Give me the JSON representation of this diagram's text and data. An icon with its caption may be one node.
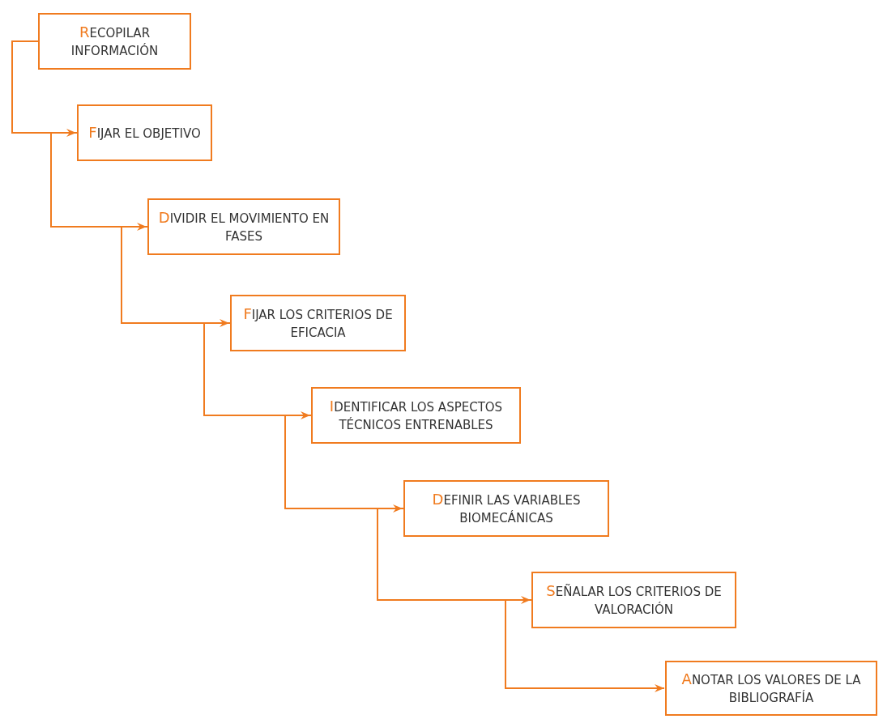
{
  "diagram": {
    "nodes": [
      {
        "text": [
          "RECOPILAR INFORMACIÓN"
        ]
      },
      {
        "text": [
          "FIJAR EL OBJETIVO"
        ]
      },
      {
        "text": [
          "DIVIDIR EL MOVIMIENTO EN FASES"
        ]
      },
      {
        "text": [
          "FIJAR LOS CRITERIOS DE EFICACIA"
        ]
      },
      {
        "text": [
          "IDENTIFICAR LOS ASPECTOS TÉCNICOS ENTRENABLES"
        ]
      },
      {
        "text": [
          "DEFINIR LAS VARIABLES BIOMECÁNICAS"
        ]
      },
      {
        "text": [
          "SEÑALAR LOS CRITERIOS DE VALORACIÓN"
        ]
      },
      {
        "text": [
          "ANOTAR LOS VALORES DE LA BIBLIOGRAFÍA"
        ]
      }
    ],
    "edges": [
      {
        "from": 0,
        "to": 1,
        "arrow": "to"
      },
      {
        "from": 1,
        "to": 2,
        "arrow": "to"
      },
      {
        "from": 2,
        "to": 3,
        "arrow": "to"
      },
      {
        "from": 3,
        "to": 4,
        "arrow": "to"
      },
      {
        "from": 4,
        "to": 5,
        "arrow": "to"
      },
      {
        "from": 5,
        "to": 6,
        "arrow": "to"
      },
      {
        "from": 6,
        "to": 7,
        "arrow": "to"
      }
    ]
  }
}
